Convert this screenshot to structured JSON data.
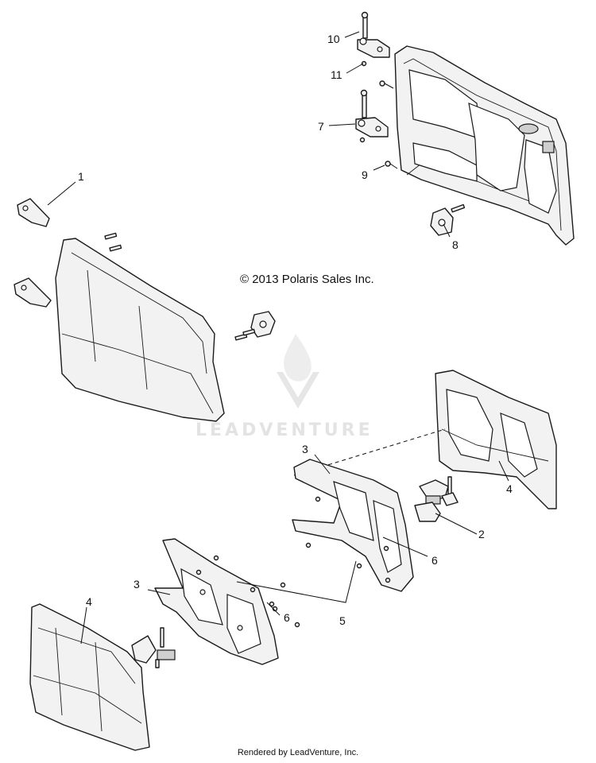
{
  "copyright": "© 2013 Polaris Sales Inc.",
  "footer": "Rendered by LeadVenture, Inc.",
  "watermark": {
    "brand": "LEADVENTURE",
    "icon": "flame-chevron-logo-icon"
  },
  "callouts": {
    "c1": "1",
    "c2": "2",
    "c3a": "3",
    "c3b": "3",
    "c4a": "4",
    "c4b": "4",
    "c5": "5",
    "c6a": "6",
    "c6b": "6",
    "c7": "7",
    "c8": "8",
    "c9": "9",
    "c10": "10",
    "c11": "11"
  }
}
